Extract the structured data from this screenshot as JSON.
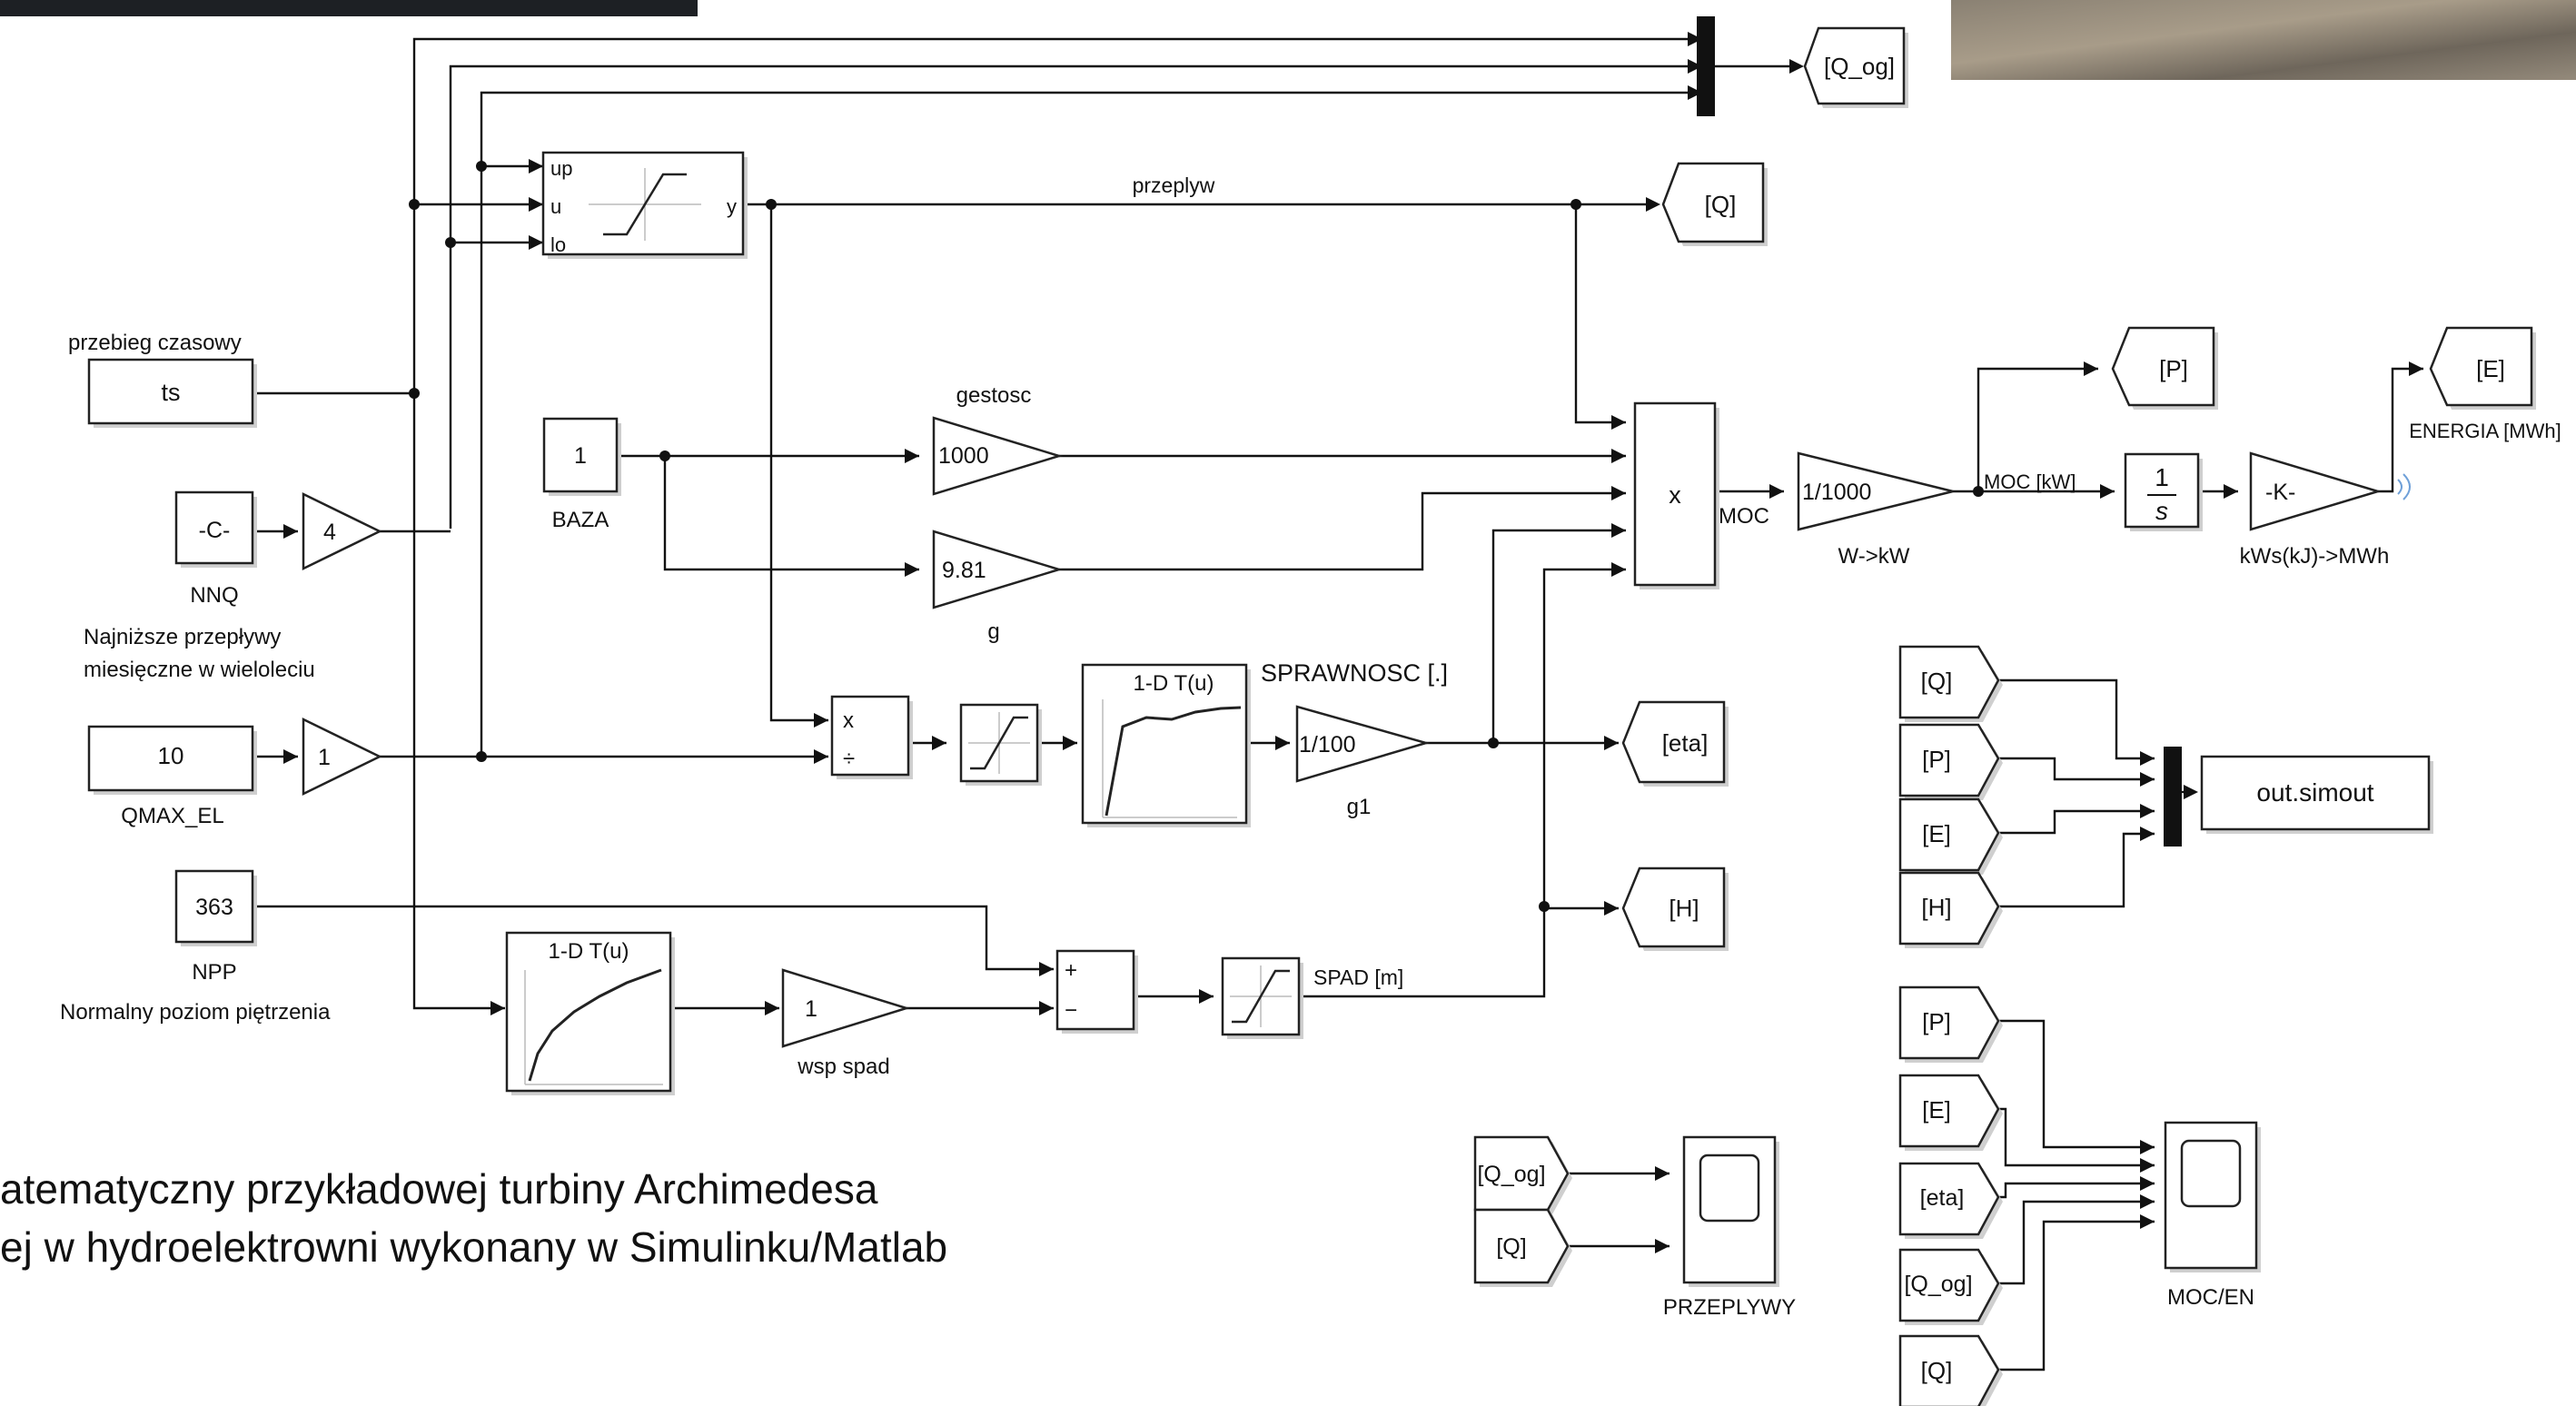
{
  "labels": {
    "przebieg_czasowy": "przebieg czasowy",
    "ts": "ts",
    "nnq_const": "-C-",
    "nnq_gain": "4",
    "nnq": "NNQ",
    "nnq_desc1": "Najniższe przepływy",
    "nnq_desc2": "miesięczne w wieloleciu",
    "qmax_const": "10",
    "qmax_gain": "1",
    "qmax": "QMAX_EL",
    "npp_const": "363",
    "npp": "NPP",
    "npp_desc": "Normalny poziom piętrzenia",
    "baza_const": "1",
    "baza": "BAZA",
    "gestosc": "gestosc",
    "gain_1000": "1000",
    "gain_981": "9.81",
    "g": "g",
    "sat_up": "up",
    "sat_u": "u",
    "sat_lo": "lo",
    "sat_y": "y",
    "przeplyw": "przeplyw",
    "q_og": "[Q_og]",
    "q": "[Q]",
    "p": "[P]",
    "e": "[E]",
    "eta": "[eta]",
    "h": "[H]",
    "product": "x",
    "moc": "MOC",
    "gain_1_1000": "1/1000",
    "w_kw": "W->kW",
    "moc_kw": "MOC [kW]",
    "integ_num": "1",
    "integ_den": "s",
    "k_gain": "-K-",
    "kws_mwh": "kWs(kJ)->MWh",
    "energia": "ENERGIA [MWh]",
    "div_x": "x",
    "div_div": "÷",
    "lut1": "1-D T(u)",
    "sprawnosc": "SPRAWNOSC [.]",
    "gain_1_100": "1/100",
    "g1": "g1",
    "lut2": "1-D T(u)",
    "wsp_gain": "1",
    "wsp_spad": "wsp spad",
    "sum_plus": "+",
    "sum_minus": "−",
    "spad": "SPAD [m]",
    "out_simout": "out.simout",
    "przeplywy": "PRZEPLYWY",
    "moc_en": "MOC/EN",
    "caption1": "atematyczny przykładowej turbiny Archimedesa",
    "caption2": "ej w hydroelektrowni wykonany w Simulinku/Matlab"
  }
}
